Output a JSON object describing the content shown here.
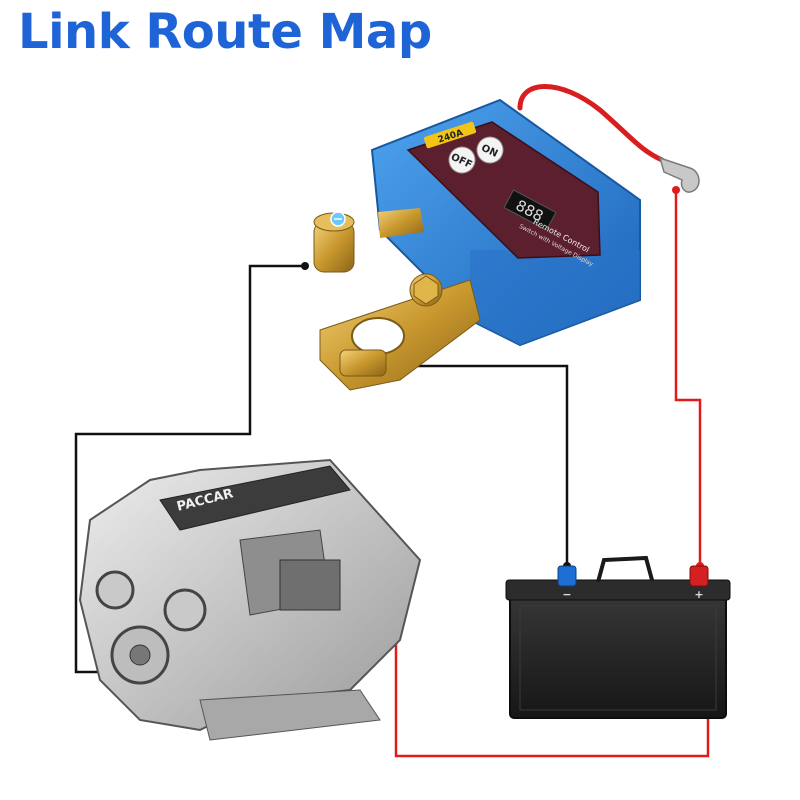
{
  "title": "Link Route Map",
  "colors": {
    "title": "#1f64d6",
    "wire_positive": "#e11b1b",
    "wire_negative": "#111111",
    "switch_body": "#2a7fd6",
    "switch_panel": "#5c1f2e",
    "brass": "#d4a73a",
    "battery": "#262626"
  },
  "switch_unit": {
    "buttons": [
      "OFF",
      "ON"
    ],
    "display": "888",
    "panel_heading": "Remote Control",
    "panel_subheading": "Switch with Voltage Display",
    "rating_badge": "240A"
  },
  "engine": {
    "brand": "PACCAR"
  },
  "battery": {
    "negative_mark": "−",
    "positive_mark": "+"
  }
}
